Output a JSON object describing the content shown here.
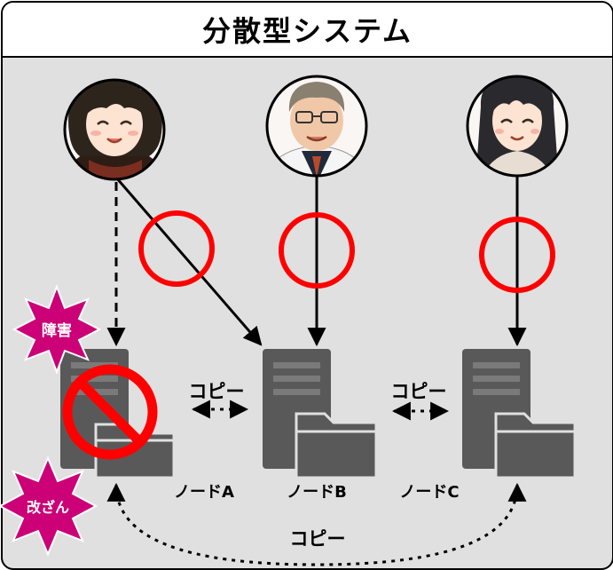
{
  "title": "分散型システム",
  "labels": {
    "copy_ab": "コピー",
    "copy_bc": "コピー",
    "copy_ac": "コピー",
    "node_a": "ノードA",
    "node_b": "ノードB",
    "node_c": "ノードC",
    "fault": "障害",
    "tamper": "改ざん"
  },
  "colors": {
    "panel": "#e0e0e0",
    "server": "#595959",
    "ok_circle": "#ff0000",
    "badge": "#cc0077"
  },
  "icons": [
    "user-avatar",
    "server-icon",
    "folder-icon",
    "prohibited-icon",
    "ok-circle"
  ]
}
